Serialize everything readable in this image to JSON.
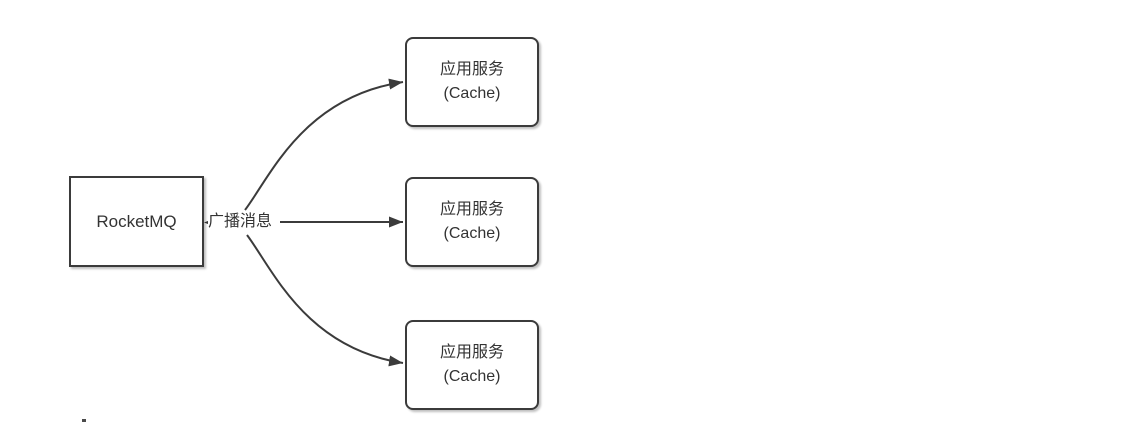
{
  "diagram": {
    "source": {
      "label": "RocketMQ"
    },
    "edge": {
      "label": "广播消息"
    },
    "targets": [
      {
        "line1": "应用服务",
        "line2": "(Cache)"
      },
      {
        "line1": "应用服务",
        "line2": "(Cache)"
      },
      {
        "line1": "应用服务",
        "line2": "(Cache)"
      }
    ],
    "colors": {
      "border": "#3b3b3b",
      "arrow": "#3b3b3b",
      "text": "#333333",
      "background": "#ffffff"
    }
  }
}
